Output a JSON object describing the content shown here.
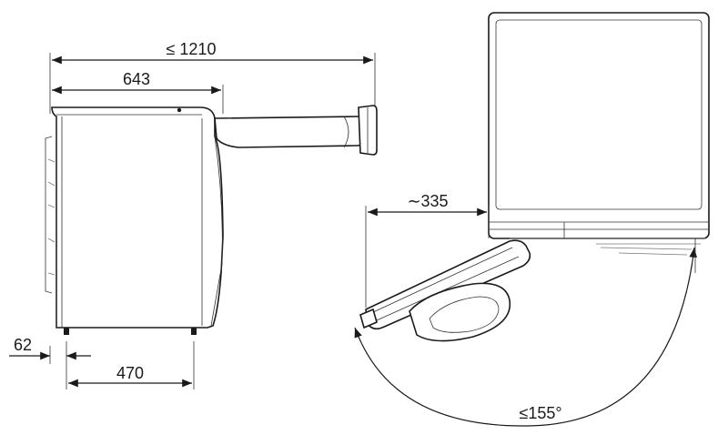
{
  "dimensions": {
    "total_depth": "≤ 1210",
    "body_depth": "643",
    "foot_offset": "62",
    "foot_spacing": "470",
    "door_projection": "335",
    "door_angle": "≤155°"
  }
}
